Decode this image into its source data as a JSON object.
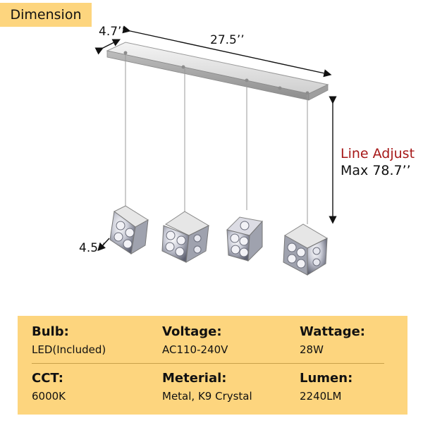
{
  "badge": {
    "title": "Dimension"
  },
  "dimensions": {
    "depth": "4.7’’",
    "length": "27.5’’",
    "cube": "4.5’’"
  },
  "line_adjust": {
    "label": "Line Adjust",
    "max": "Max 78.7’’"
  },
  "colors": {
    "badge_bg": "#fdd57e",
    "spec_bg": "#fdd57e",
    "accent_red": "#a61717"
  },
  "specs": [
    {
      "label": "Bulb:",
      "value": "LED(Included)"
    },
    {
      "label": "Voltage:",
      "value": "AC110-240V"
    },
    {
      "label": "Wattage:",
      "value": "28W"
    },
    {
      "label": "CCT:",
      "value": "6000K"
    },
    {
      "label": "Meterial:",
      "value": "Metal, K9 Crystal"
    },
    {
      "label": "Lumen:",
      "value": "2240LM"
    }
  ]
}
